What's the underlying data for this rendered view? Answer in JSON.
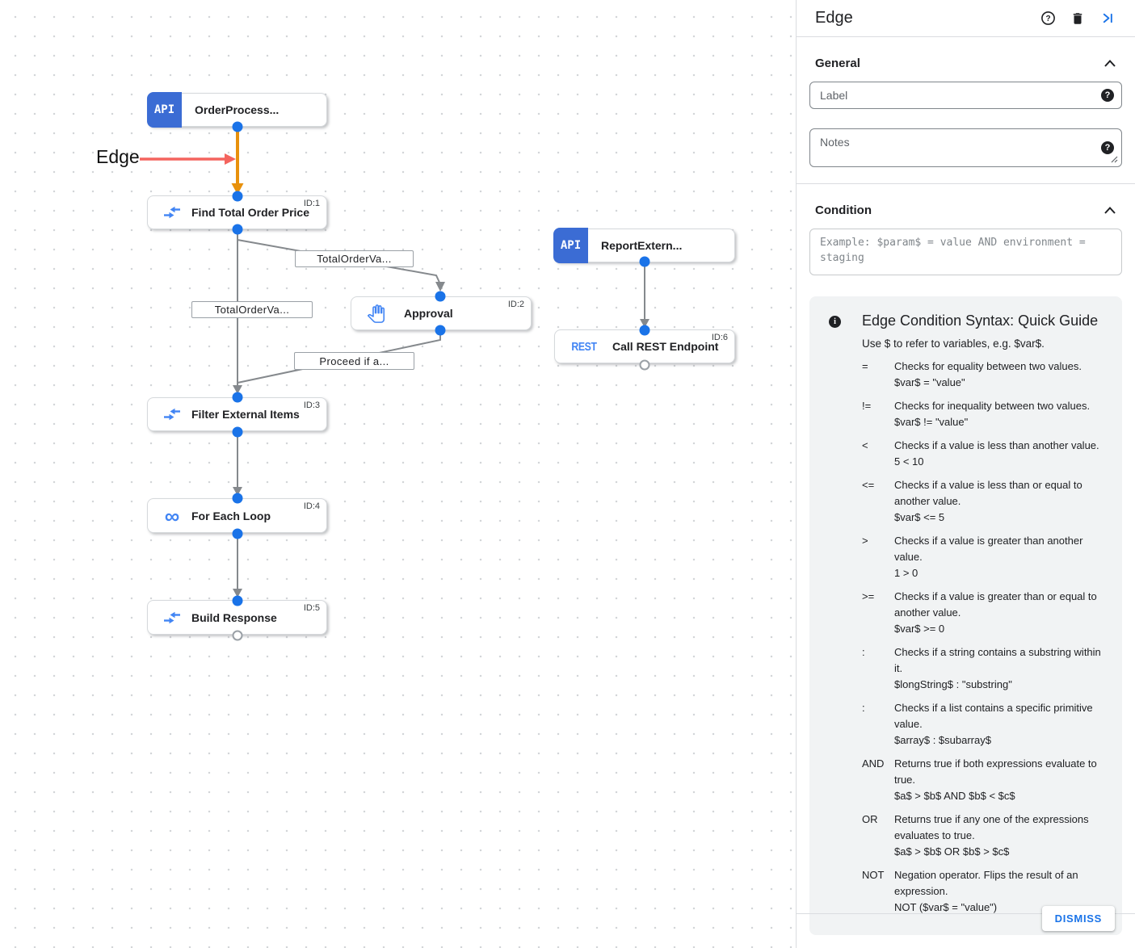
{
  "canvas": {
    "annotation_label": "Edge",
    "nodes": [
      {
        "title": "OrderProcess...",
        "badge": "API",
        "id": ""
      },
      {
        "title": "Find Total Order Price",
        "id": "ID:1"
      },
      {
        "title": "Approval",
        "id": "ID:2"
      },
      {
        "title": "ReportExtern...",
        "badge": "API",
        "id": ""
      },
      {
        "title": "Call REST Endpoint",
        "badge": "REST",
        "id": "ID:6"
      },
      {
        "title": "Filter External Items",
        "id": "ID:3"
      },
      {
        "title": "For Each Loop",
        "id": "ID:4",
        "icon_glyph": "∞"
      },
      {
        "title": "Build Response",
        "id": "ID:5"
      }
    ],
    "edge_labels": [
      "TotalOrderVa...",
      "TotalOrderVa...",
      "Proceed if a..."
    ]
  },
  "panel": {
    "title": "Edge",
    "sections": {
      "general": "General",
      "condition": "Condition"
    },
    "fields": {
      "label_placeholder": "Label",
      "notes_placeholder": "Notes",
      "condition_placeholder": "Example: $param$ = value AND environment = staging"
    },
    "guide": {
      "title": "Edge Condition Syntax: Quick Guide",
      "subtitle": "Use $ to refer to variables, e.g. $var$.",
      "rows": [
        {
          "op": "=",
          "desc": "Checks for equality between two values.",
          "example": "$var$ = \"value\""
        },
        {
          "op": "!=",
          "desc": "Checks for inequality between two values.",
          "example": "$var$ != \"value\""
        },
        {
          "op": "<",
          "desc": "Checks if a value is less than another value.",
          "example": "5 < 10"
        },
        {
          "op": "<=",
          "desc": "Checks if a value is less than or equal to another value.",
          "example": "$var$ <= 5"
        },
        {
          "op": ">",
          "desc": "Checks if a value is greater than another value.",
          "example": "1 > 0"
        },
        {
          "op": ">=",
          "desc": "Checks if a value is greater than or equal to another value.",
          "example": "$var$ >= 0"
        },
        {
          "op": ":",
          "desc": "Checks if a string contains a substring within it.",
          "example": "$longString$ : \"substring\""
        },
        {
          "op": ":",
          "desc": "Checks if a list contains a specific primitive value.",
          "example": "$array$ : $subarray$"
        },
        {
          "op": "AND",
          "desc": "Returns true if both expressions evaluate to true.",
          "example": "$a$ > $b$ AND $b$ < $c$"
        },
        {
          "op": "OR",
          "desc": "Returns true if any one of the expressions evaluates to true.",
          "example": "$a$ > $b$ OR $b$ > $c$"
        },
        {
          "op": "NOT",
          "desc": "Negation operator. Flips the result of an expression.",
          "example": "NOT ($var$ = \"value\")"
        }
      ]
    },
    "dismiss_label": "DISMISS"
  },
  "icons": {
    "panel_header": [
      "help-icon",
      "delete-icon",
      "collapse-panel-icon"
    ],
    "node_icons": [
      "api-icon",
      "data-mapping-icon",
      "hand-icon",
      "rest-icon",
      "loop-icon"
    ]
  },
  "colors": {
    "accent": "#1a73e8",
    "icon_blue": "#4285f4",
    "api_badge": "#3b6cd4",
    "selected_edge_orange": "#e8910c",
    "annotation_arrow_red": "#f4645e",
    "edge_gray": "#85898d"
  }
}
